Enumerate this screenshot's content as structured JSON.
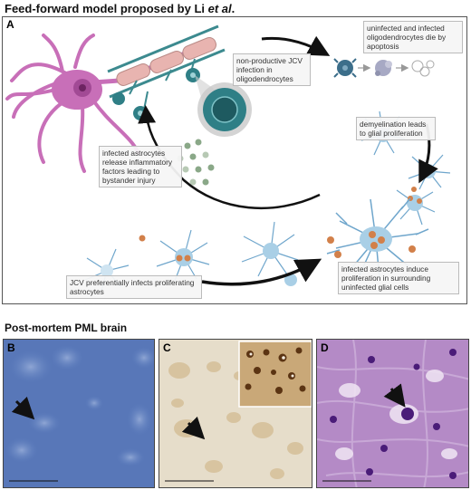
{
  "header": {
    "title_prefix": "Feed-forward model proposed by Li ",
    "title_etal": "et al",
    "title_suffix": "."
  },
  "panel_a": {
    "label": "A",
    "notes": {
      "non_productive": "non-productive JCV infection in oligodendrocytes",
      "apoptosis": "uninfected and infected oligodendrocytes die by apoptosis",
      "demyelination": "demyelination leads to glial proliferation",
      "inflammatory": "infected astrocytes release inflammatory factors leading to bystander injury",
      "preferential": "JCV preferentially infects proliferating astrocytes",
      "proliferation": "infected astrocytes induce proliferation in surrounding uninfected glial cells"
    }
  },
  "section2": {
    "title": "Post-mortem PML brain"
  },
  "panel_b": {
    "label": "B"
  },
  "panel_c": {
    "label": "C"
  },
  "panel_d": {
    "label": "D"
  },
  "colors": {
    "neuron": "#c86fb8",
    "astrocyte": "#a9cfe6",
    "astrocyte_line": "#6fa6cc",
    "virus_dot": "#d2804a",
    "factor_dot": "#8aa888",
    "myelin": "#e8b4b0",
    "tissue_b": "#5e7fbf",
    "tissue_c": "#e9e2d3",
    "tissue_d": "#b58ac7"
  }
}
